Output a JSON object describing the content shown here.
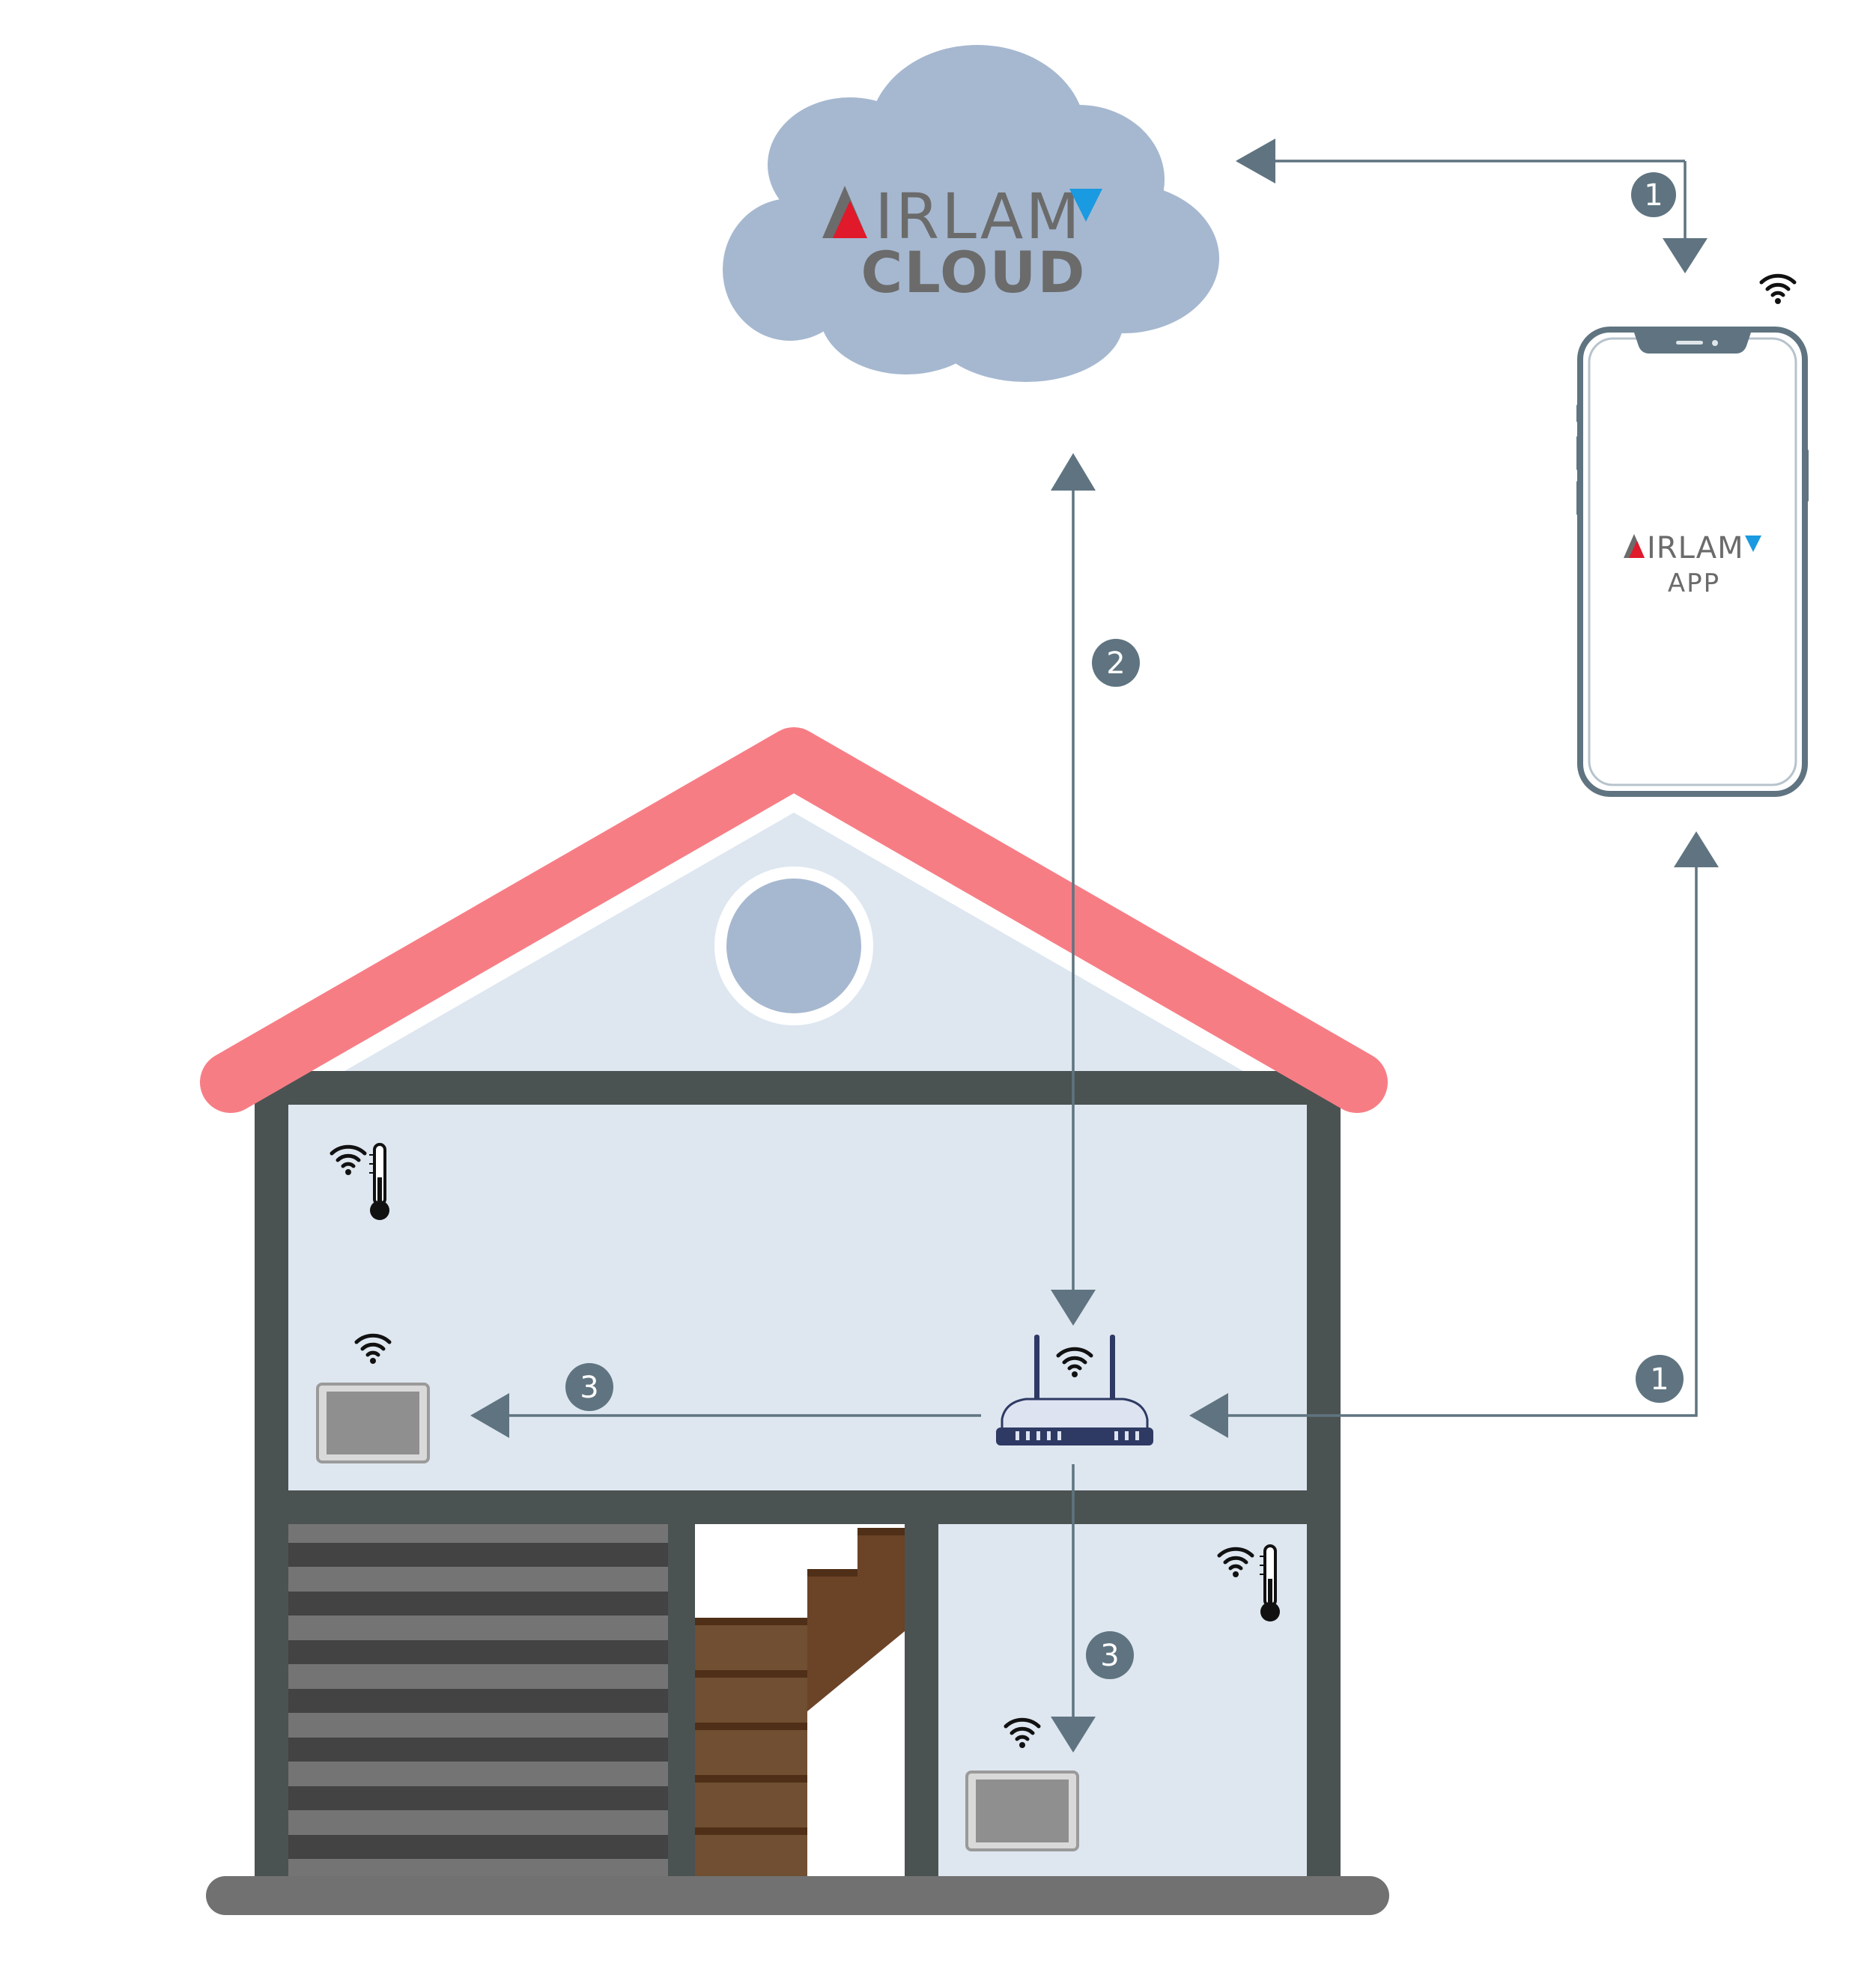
{
  "cloud": {
    "logo_text": "IRLAM",
    "subtitle": "CLOUD"
  },
  "phone": {
    "logo_text": "IRLAM",
    "subtitle": "APP"
  },
  "steps": {
    "top_right": "1",
    "middle": "2",
    "right_lower": "1",
    "left": "3",
    "down": "3"
  },
  "colors": {
    "roof": "#f77d85",
    "wall": "#dee7f0",
    "frame": "#4b5252",
    "cloud": "#a6b8d0",
    "arrow": "#5f7480",
    "logo_red": "#e0192b",
    "logo_blue": "#1a9ae0"
  },
  "icons": [
    "wifi-icon",
    "thermometer-icon",
    "router-icon",
    "thermostat-panel-icon",
    "smartphone-icon",
    "cloud-icon"
  ]
}
